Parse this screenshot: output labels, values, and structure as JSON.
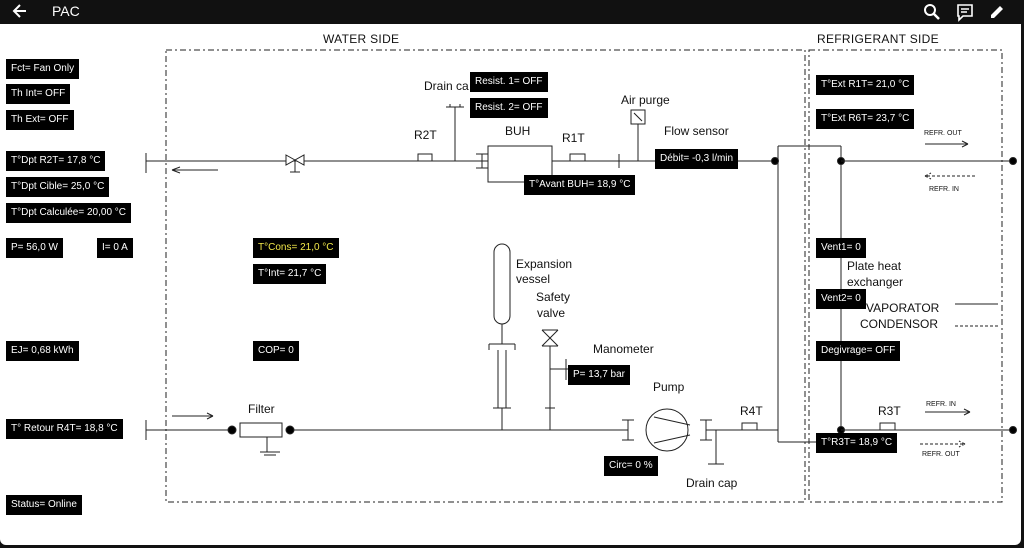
{
  "appbar": {
    "title": "PAC",
    "back_icon": "arrow-left-icon",
    "actions": [
      "search-icon",
      "comment-icon",
      "pencil-icon"
    ]
  },
  "sections": {
    "water_side": "WATER SIDE",
    "refrigerant_side": "REFRIGERANT SIDE"
  },
  "labels": {
    "drain_cap_top": "Drain ca",
    "air_purge": "Air purge",
    "flow_sensor": "Flow sensor",
    "r2t": "R2T",
    "buh": "BUH",
    "r1t": "R1T",
    "expansion_vessel_1": "Expansion",
    "expansion_vessel_2": "vessel",
    "safety_valve_1": "Safety",
    "safety_valve_2": "valve",
    "manometer": "Manometer",
    "pump": "Pump",
    "filter": "Filter",
    "r4t": "R4T",
    "drain_cap_bottom": "Drain cap",
    "plate_hx_1": "Plate heat",
    "plate_hx_2": "exchanger",
    "evaporator": "VAPORATOR",
    "condensor": "CONDENSOR",
    "r3t": "R3T",
    "refr_out_top": "REFR. OUT",
    "refr_in_top": "REFR. IN",
    "refr_in_bottom": "REFR. IN",
    "refr_out_bottom": "REFR. OUT"
  },
  "values": {
    "fct": "Fct= Fan Only",
    "th_int": "Th Int= OFF",
    "th_ext": "Th Ext= OFF",
    "dpt_r2t": "T°Dpt R2T= 17,8 °C",
    "dpt_cible": "T°Dpt Cible= 25,0 °C",
    "dpt_calculee": "T°Dpt Calculée= 20,00 °C",
    "power": "P= 56,0 W",
    "current": "I= 0 A",
    "t_cons": "T°Cons= 21,0 °C",
    "t_int": "T°Int= 21,7 °C",
    "ej": "EJ= 0,68 kWh",
    "cop": "COP= 0",
    "retour_r4t": "T° Retour R4T= 18,8 °C",
    "status": "Status= Online",
    "resist1": "Resist. 1= OFF",
    "resist2": "Resist. 2= OFF",
    "avant_buh": "T°Avant BUH= 18,9 °C",
    "debit": "Débit= -0,3 l/min",
    "pressure": "P= 13,7 bar",
    "circ": "Circ= 0 %",
    "ext_r1t": "T°Ext R1T= 21,0 °C",
    "ext_r6t": "T°Ext R6T= 23,7 °C",
    "vent1": "Vent1= 0",
    "vent2": "Vent2= 0",
    "degivrage": "Degivrage= OFF",
    "r3t": "T°R3T= 18,9 °C"
  },
  "colors": {
    "appbar_bg": "#111111",
    "value_bg": "#000000",
    "value_text": "#ffffff",
    "value_highlight": "#f2e84a"
  }
}
